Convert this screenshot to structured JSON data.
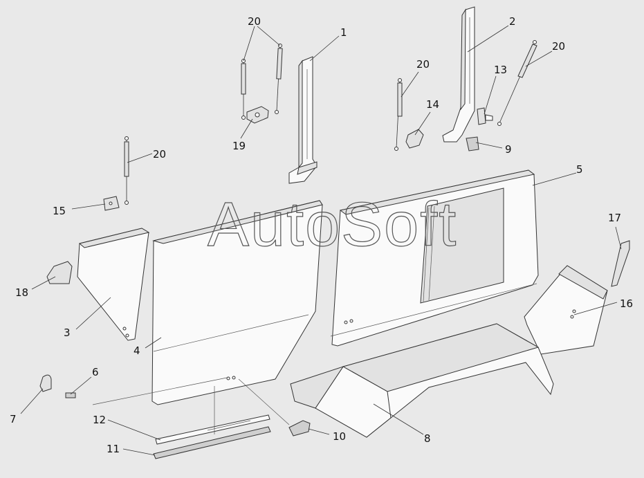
{
  "watermark": "AutoSoft",
  "labels": {
    "l1": "1",
    "l2": "2",
    "l3": "3",
    "l4": "4",
    "l5": "5",
    "l6": "6",
    "l7": "7",
    "l8": "8",
    "l9": "9",
    "l10": "10",
    "l11": "11",
    "l12": "12",
    "l13": "13",
    "l14": "14",
    "l15": "15",
    "l16": "16",
    "l17": "17",
    "l18": "18",
    "l19": "19",
    "l20a": "20",
    "l20b": "20",
    "l20c": "20",
    "l20d": "20"
  }
}
